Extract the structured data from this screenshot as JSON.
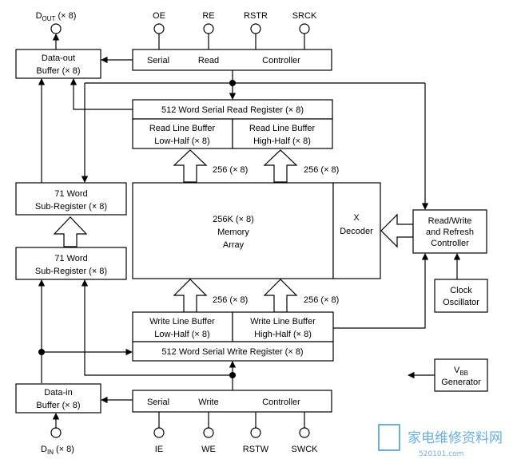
{
  "pins_top": {
    "oe": "OE",
    "re": "RE",
    "rstr": "RSTR",
    "srck": "SRCK"
  },
  "pins_bottom": {
    "ie": "IE",
    "we": "WE",
    "rstw": "RSTW",
    "swck": "SWCK"
  },
  "dout": {
    "main": "D",
    "sub": "OUT",
    "suffix": " (× 8)"
  },
  "din": {
    "main": "D",
    "sub": "IN",
    "suffix": " (× 8)"
  },
  "vbb": {
    "main": "V",
    "sub": "BB",
    "line2": "Generator"
  },
  "serial_read_controller": {
    "serial": "Serial",
    "read": "Read",
    "controller": "Controller"
  },
  "serial_write_controller": {
    "serial": "Serial",
    "write": "Write",
    "controller": "Controller"
  },
  "dataout_buffer": {
    "line1": "Data-out",
    "line2": "Buffer (× 8)"
  },
  "datain_buffer": {
    "line1": "Data-in",
    "line2": "Buffer (× 8)"
  },
  "serial_read_register": "512 Word Serial Read Register (× 8)",
  "serial_write_register": "512 Word Serial Write Register (× 8)",
  "read_line_low": {
    "line1": "Read Line Buffer",
    "line2": "Low-Half (× 8)"
  },
  "read_line_high": {
    "line1": "Read Line Buffer",
    "line2": "High-Half (× 8)"
  },
  "write_line_low": {
    "line1": "Write Line Buffer",
    "line2": "Low-Half (× 8)"
  },
  "write_line_high": {
    "line1": "Write Line Buffer",
    "line2": "High-Half (× 8)"
  },
  "sub_register_top": {
    "line1": "71 Word",
    "line2": "Sub-Register (× 8)"
  },
  "sub_register_bottom": {
    "line1": "71 Word",
    "line2": "Sub-Register (× 8)"
  },
  "memory_array": {
    "line1": "256K (× 8)",
    "line2": "Memory",
    "line3": "Array"
  },
  "x_decoder": {
    "line1": "X",
    "line2": "Decoder"
  },
  "rw_refresh_controller": {
    "line1": "Read/Write",
    "line2": "and Refresh",
    "line3": "Controller"
  },
  "clock_oscillator": {
    "line1": "Clock",
    "line2": "Oscillator"
  },
  "bus_labels": {
    "read_low": "256 (× 8)",
    "read_high": "256 (× 8)",
    "write_low": "256 (× 8)",
    "write_high": "256 (× 8)"
  },
  "watermark": {
    "text": "家电维修资料网",
    "url": "520101.com"
  }
}
